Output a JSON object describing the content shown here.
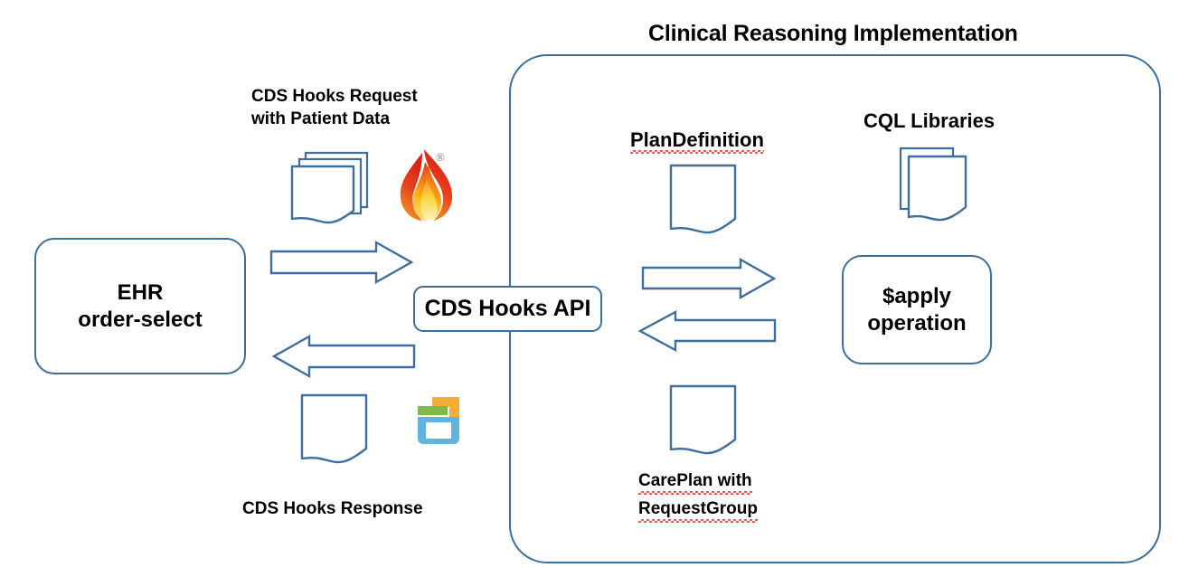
{
  "diagram": {
    "title": "Clinical Reasoning Implementation",
    "accent_color": "#3E6E9E",
    "spellcheck_color": "#E8463A",
    "background": "#FFFFFF"
  },
  "left": {
    "ehr_box": {
      "line1": "EHR",
      "line2": "order-select"
    },
    "request_caption": {
      "line1": "CDS Hooks Request",
      "line2": "with Patient Data"
    },
    "response_caption": "CDS Hooks Response",
    "fhir_logo_name": "fhir-flame-logo",
    "fhir_registered_mark": "®",
    "cdshooks_logo_name": "cds-hooks-logo",
    "logo_colors": {
      "flame_red": "#E02B20",
      "flame_orange": "#F5871F",
      "flame_yellow": "#FFE16A",
      "hooks_orange": "#F2AE36",
      "hooks_green": "#83B94B",
      "hooks_blue": "#62B4DF",
      "registered_gray": "#7E7E7E"
    }
  },
  "center": {
    "api_box_label": "CDS Hooks API"
  },
  "right": {
    "plandefinition_label": "PlanDefinition",
    "cql_label": "CQL Libraries",
    "apply_box": {
      "line1": "$apply",
      "line2": "operation"
    },
    "careplan_caption": {
      "line1": "CarePlan with",
      "line2": "RequestGroup"
    }
  },
  "arrows": {
    "request_arrow": "arrow-right-ehr-to-api",
    "response_arrow": "arrow-left-api-to-ehr",
    "apply_arrow": "arrow-right-api-to-apply",
    "return_arrow": "arrow-left-apply-to-api"
  }
}
